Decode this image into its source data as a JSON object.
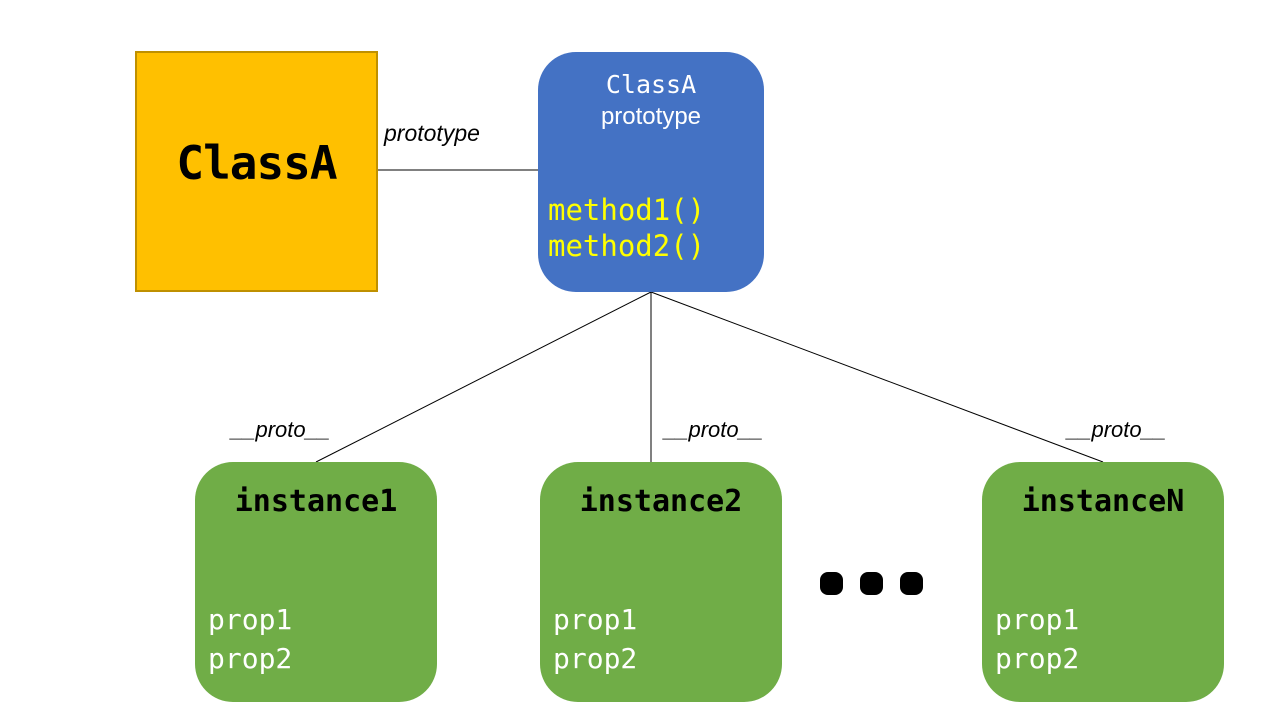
{
  "background": "#ffffff",
  "diagram": {
    "class_box": {
      "label": "ClassA",
      "fill": "#FFC000",
      "border_color": "#BF9000",
      "text_color": "#000000"
    },
    "prototype_edge": {
      "label": "prototype"
    },
    "prototype_box": {
      "title": "ClassA",
      "subtitle": "prototype",
      "methods": [
        "method1()",
        "method2()"
      ],
      "fill": "#4472C4",
      "title_color": "#ffffff",
      "method_color": "#FFFF00"
    },
    "proto_edges": [
      {
        "label": "__proto__"
      },
      {
        "label": "__proto__"
      },
      {
        "label": "__proto__"
      }
    ],
    "instances": [
      {
        "name": "instance1",
        "props": [
          "prop1",
          "prop2"
        ]
      },
      {
        "name": "instance2",
        "props": [
          "prop1",
          "prop2"
        ]
      },
      {
        "name": "instanceN",
        "props": [
          "prop1",
          "prop2"
        ]
      }
    ],
    "instance_style": {
      "fill": "#70AD47",
      "name_color": "#000000",
      "prop_color": "#ffffff"
    },
    "ellipsis": "...",
    "line_color": "#000000"
  }
}
